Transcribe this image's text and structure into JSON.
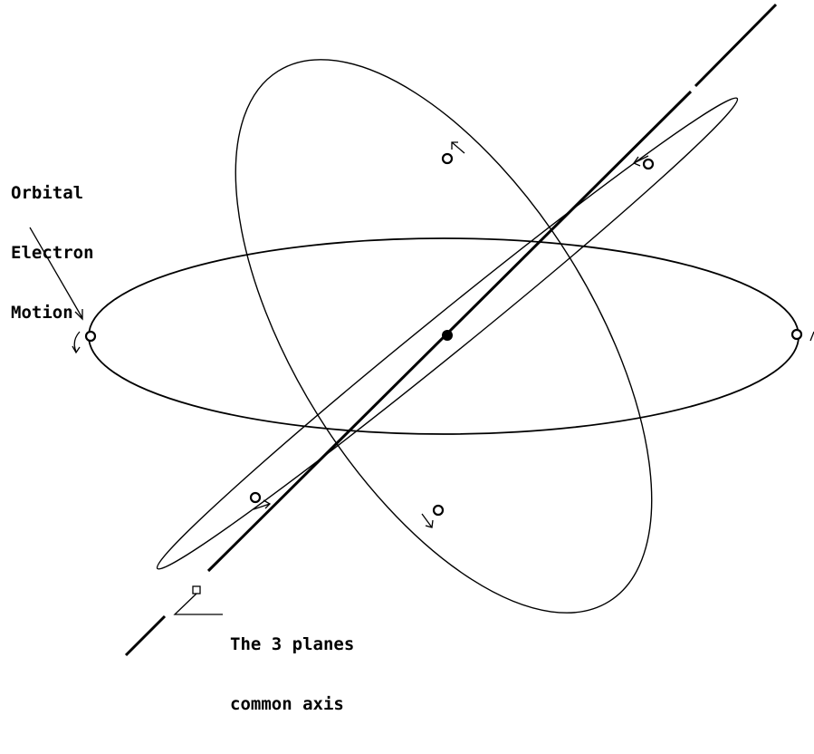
{
  "colors": {
    "background": "#ffffff",
    "ink": "#000000"
  },
  "labels": {
    "orbital_motion": [
      "Orbital",
      "Electron",
      "Motion"
    ],
    "axis_note": [
      "The 3 planes",
      "common axis"
    ]
  },
  "diagram": {
    "orbits": 3,
    "electrons": 6,
    "nucleus": 1
  }
}
